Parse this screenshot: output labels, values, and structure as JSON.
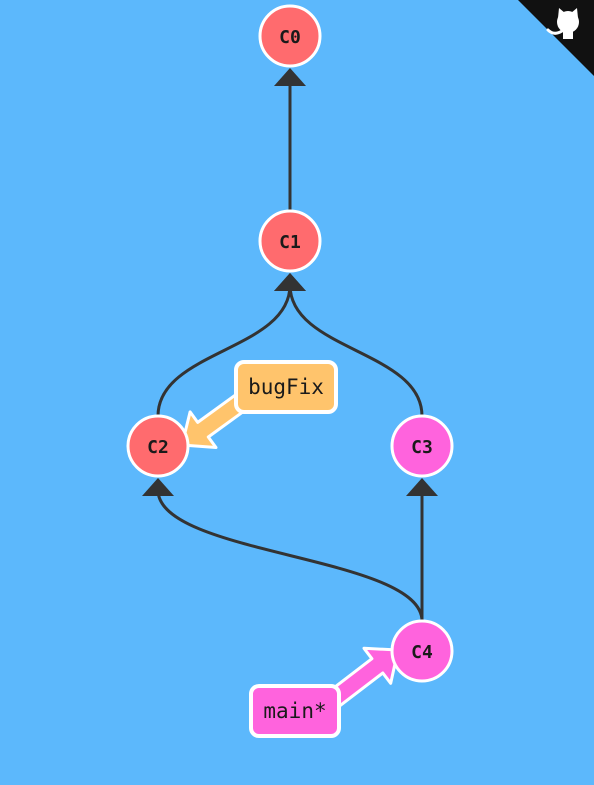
{
  "colors": {
    "background": "#5cb8fc",
    "commit_red": "#ff6b6e",
    "commit_pink": "#ff63dd",
    "commit_stroke": "#ffffff",
    "edge": "#333333",
    "bugfix_branch": "#ffc46c",
    "main_branch": "#ff63dd",
    "corner": "#111111"
  },
  "corner_icon": "github-octocat-icon",
  "commits": [
    {
      "id": "C0",
      "label": "C0",
      "color": "#ff6b6e"
    },
    {
      "id": "C1",
      "label": "C1",
      "color": "#ff6b6e"
    },
    {
      "id": "C2",
      "label": "C2",
      "color": "#ff6b6e"
    },
    {
      "id": "C3",
      "label": "C3",
      "color": "#ff63dd"
    },
    {
      "id": "C4",
      "label": "C4",
      "color": "#ff63dd"
    }
  ],
  "edges": [
    {
      "from": "C1",
      "to": "C0"
    },
    {
      "from": "C2",
      "to": "C1"
    },
    {
      "from": "C3",
      "to": "C1"
    },
    {
      "from": "C4",
      "to": "C2"
    },
    {
      "from": "C4",
      "to": "C3"
    }
  ],
  "branches": [
    {
      "name": "bugFix",
      "target": "C2",
      "color": "#ffc46c"
    },
    {
      "name": "main*",
      "target": "C4",
      "color": "#ff63dd"
    }
  ]
}
